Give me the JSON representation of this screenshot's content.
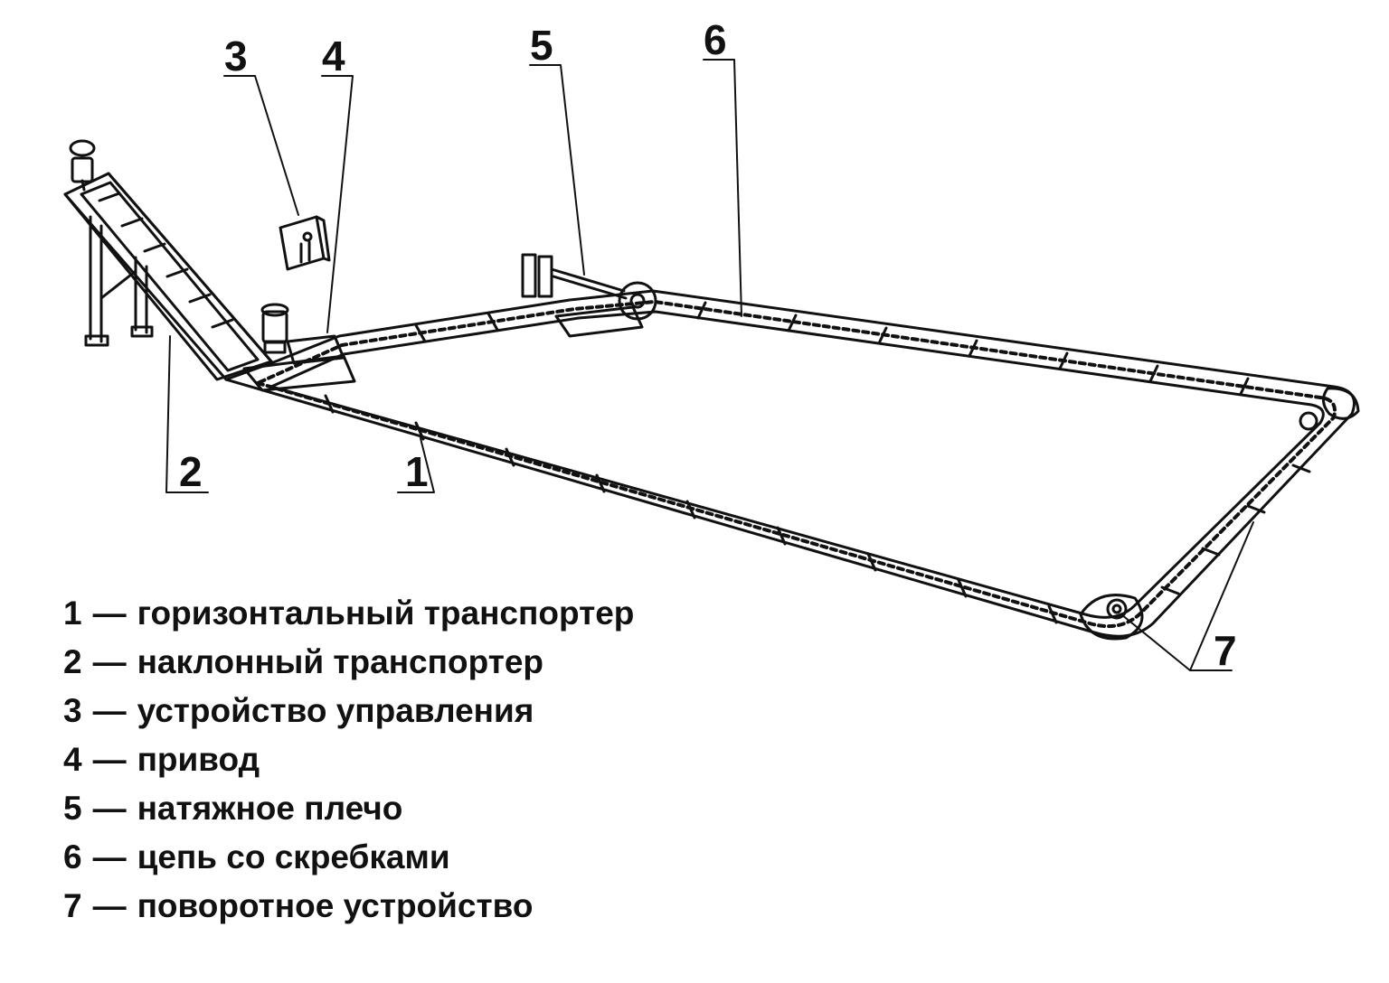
{
  "callouts": [
    {
      "number": "1",
      "label": "горизонтальный транспортер"
    },
    {
      "number": "2",
      "label": "наклонный транспортер"
    },
    {
      "number": "3",
      "label": "устройство управления"
    },
    {
      "number": "4",
      "label": "привод"
    },
    {
      "number": "5",
      "label": "натяжное плечо"
    },
    {
      "number": "6",
      "label": "цепь со скребками"
    },
    {
      "number": "7",
      "label": "поворотное устройство"
    }
  ],
  "separator": "—"
}
